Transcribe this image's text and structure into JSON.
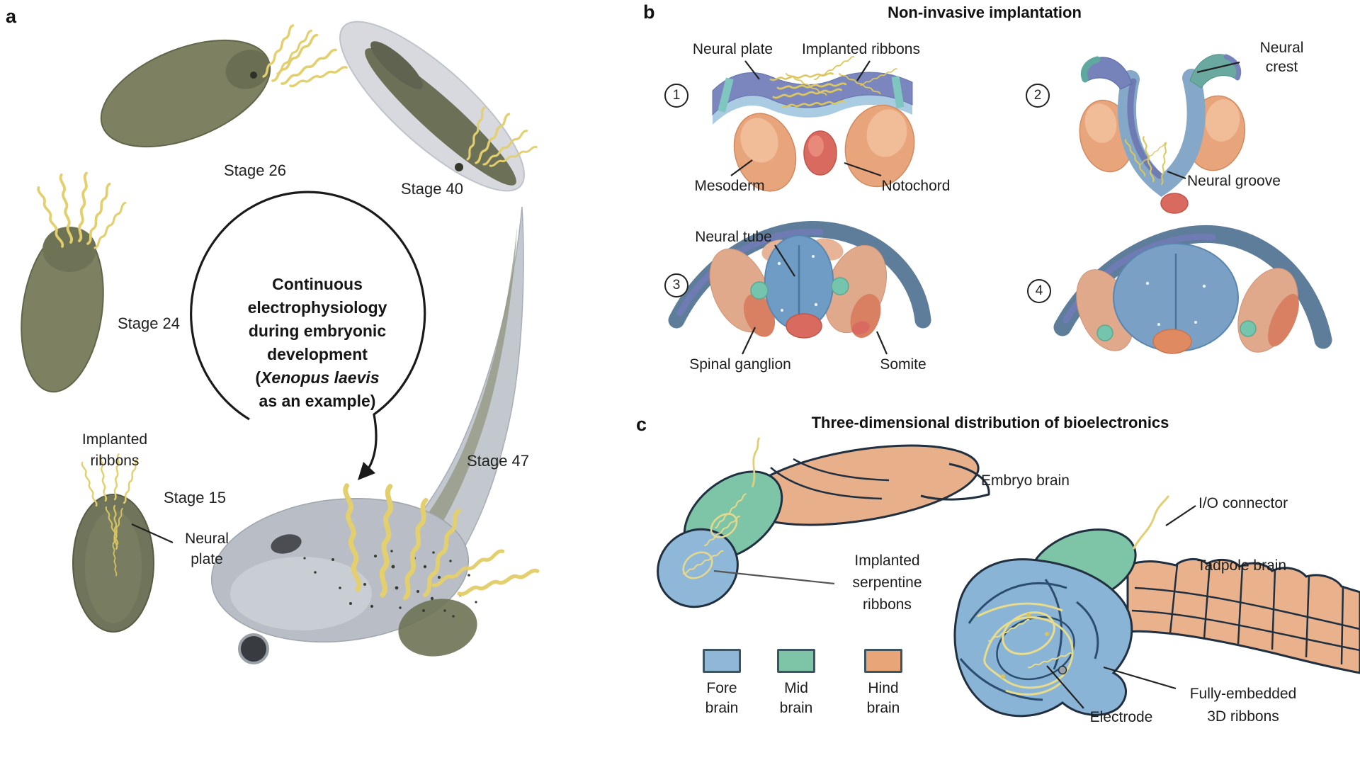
{
  "figure": {
    "panel_a": {
      "letter": "a",
      "stage_26": "Stage 26",
      "stage_40": "Stage 40",
      "stage_24": "Stage 24",
      "stage_15": "Stage 15",
      "stage_47": "Stage 47",
      "implanted_ribbons_l1": "Implanted",
      "implanted_ribbons_l2": "ribbons",
      "neural_plate_l1": "Neural",
      "neural_plate_l2": "plate",
      "center_l1": "Continuous",
      "center_l2": "electrophysiology",
      "center_l3": "during embryonic",
      "center_l4": "development",
      "center_l5_paren": "(",
      "center_l5_italic": "Xenopus laevis",
      "center_l6": "as an example)"
    },
    "panel_b": {
      "letter": "b",
      "title": "Non-invasive implantation",
      "step1": "1",
      "step2": "2",
      "step3": "3",
      "step4": "4",
      "neural_plate": "Neural plate",
      "implanted_ribbons": "Implanted ribbons",
      "mesoderm": "Mesoderm",
      "notochord": "Notochord",
      "neural_crest_l1": "Neural",
      "neural_crest_l2": "crest",
      "neural_groove": "Neural groove",
      "neural_tube": "Neural tube",
      "spinal_ganglion": "Spinal ganglion",
      "somite": "Somite"
    },
    "panel_c": {
      "letter": "c",
      "title": "Three-dimensional distribution of bioelectronics",
      "embryo_brain": "Embryo brain",
      "io_connector": "I/O connector",
      "implanted_serpentine_l1": "Implanted",
      "implanted_serpentine_l2": "serpentine",
      "implanted_serpentine_l3": "ribbons",
      "tadpole_brain": "Tadpole brain",
      "electrode": "Electrode",
      "fully_embedded_l1": "Fully-embedded",
      "fully_embedded_l2": "3D ribbons",
      "legend": {
        "fore_l1": "Fore",
        "fore_l2": "brain",
        "fore_color": "#8fb8d8",
        "mid_l1": "Mid",
        "mid_l2": "brain",
        "mid_color": "#7ec4a6",
        "hind_l1": "Hind",
        "hind_l2": "brain",
        "hind_color": "#e8a678"
      }
    },
    "colors": {
      "ribbon_yellow": "#e3cf6d",
      "mesoderm_salmon": "#e8a57c",
      "notochord_red": "#d96a5f",
      "neural_plate_blue": "#7a86bd",
      "epidermis_slate": "#5d7d9a",
      "neural_tube_blue": "#6f9cc4",
      "ganglion_teal": "#74c4ae",
      "embryo_olive": "#7d8162"
    }
  }
}
